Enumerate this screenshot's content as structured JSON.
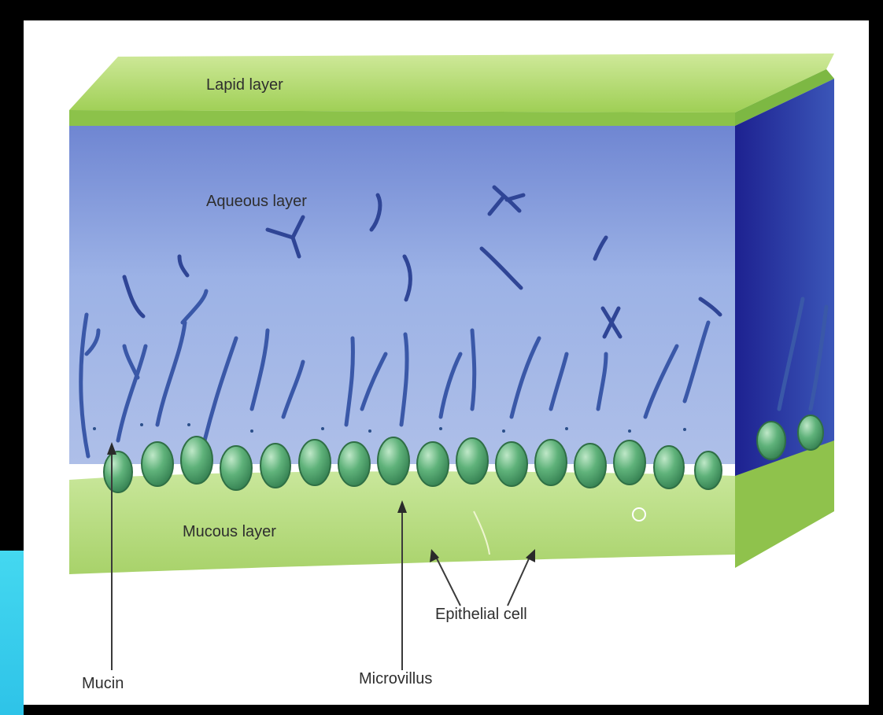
{
  "labels": {
    "lapid": "Lapid layer",
    "aqueous": "Aqueous layer",
    "mucous": "Mucous layer",
    "epithelial": "Epithelial cell",
    "mucin": "Mucin",
    "microvillus": "Microvillus"
  },
  "colors": {
    "lipid_green": "#a6d65a",
    "aqueous_blue": "#8aa3dc",
    "side_blue": "#2a2fa0",
    "mucous_green": "#bfe08a",
    "mucin_strand": "#3a58a8",
    "villus_green": "#4fa86b"
  }
}
